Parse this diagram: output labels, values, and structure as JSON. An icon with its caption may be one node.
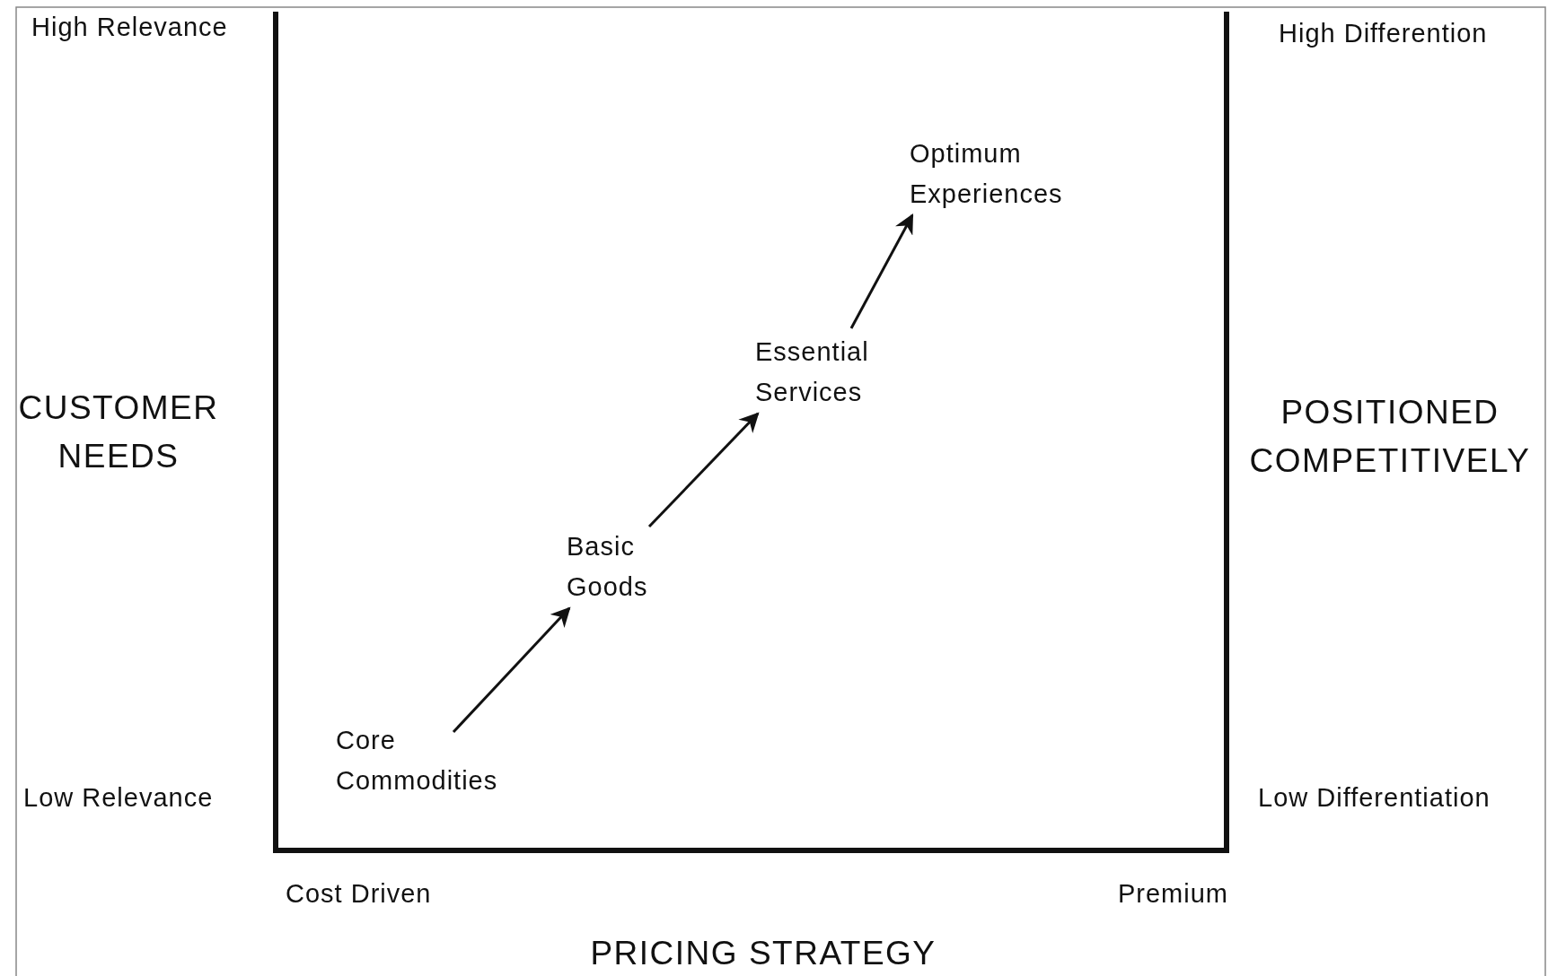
{
  "diagram": {
    "nodes": [
      {
        "text": [
          "Core Commodities"
        ]
      },
      {
        "text": [
          "Basic Goods"
        ]
      },
      {
        "text": [
          "Essential Services"
        ]
      },
      {
        "text": [
          "Optimum Experiences"
        ]
      }
    ],
    "edges": [
      {
        "from": 0,
        "to": 1,
        "arrow": "to"
      },
      {
        "from": 1,
        "to": 2,
        "arrow": "to"
      },
      {
        "from": 2,
        "to": 3,
        "arrow": "to"
      }
    ],
    "labels": [
      "High Relevance",
      "CUSTOMER NEEDS",
      "Low Relevance",
      "High Differention",
      "POSITIONED COMPETITIVELY",
      "Low Differentiation",
      "Cost Driven",
      "Premium",
      "PRICING STRATEGY"
    ]
  }
}
